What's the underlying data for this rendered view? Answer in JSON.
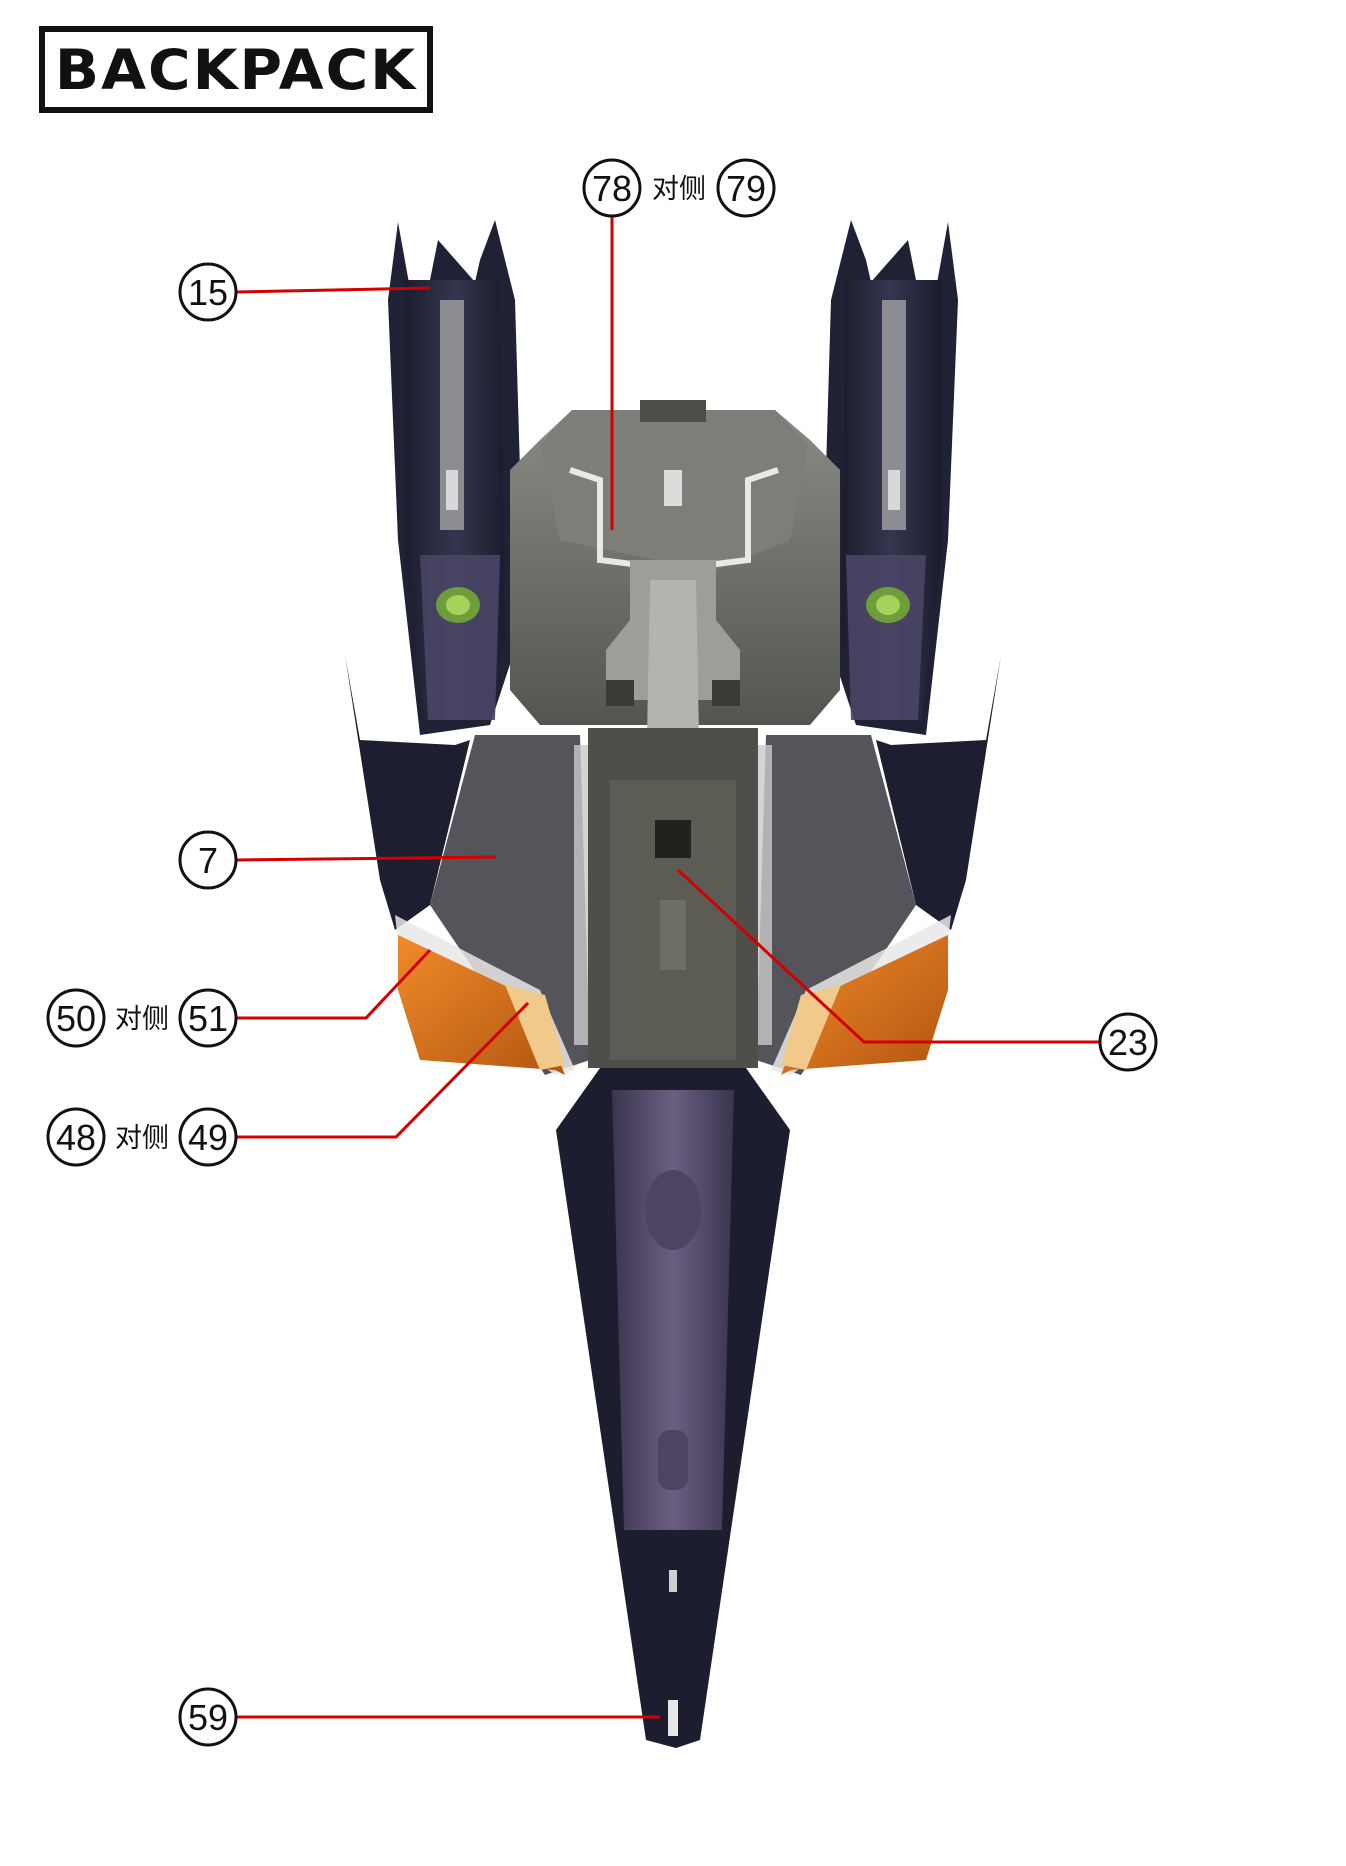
{
  "title": "BACKPACK",
  "colors": {
    "leader": "#d40000",
    "hull_dark": "#23253a",
    "hull_grey": "#6b6b68",
    "orange": "#e0791f"
  },
  "callouts": {
    "c78": {
      "num": "78",
      "opp": "79",
      "sep": "对侧"
    },
    "c15": {
      "num": "15"
    },
    "c7": {
      "num": "7"
    },
    "c50": {
      "num": "50",
      "opp": "51",
      "sep": "对侧"
    },
    "c48": {
      "num": "48",
      "opp": "49",
      "sep": "对侧"
    },
    "c23": {
      "num": "23"
    },
    "c59": {
      "num": "59"
    }
  }
}
